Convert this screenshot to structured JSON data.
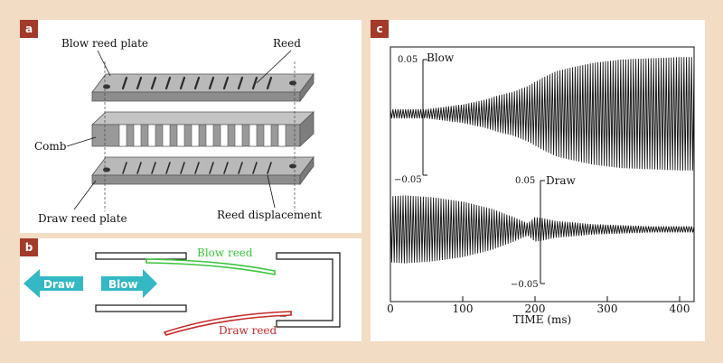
{
  "panels": {
    "a": {
      "tag": "a",
      "labels": {
        "blow_reed_plate": "Blow reed plate",
        "reed": "Reed",
        "comb": "Comb",
        "draw_reed_plate": "Draw reed plate",
        "reed_displacement": "Reed displacement"
      }
    },
    "b": {
      "tag": "b",
      "labels": {
        "blow_reed": "Blow reed",
        "draw_reed": "Draw reed",
        "draw_arrow": "Draw",
        "blow_arrow": "Blow"
      },
      "colors": {
        "blow_reed": "#3cc43c",
        "draw_reed": "#c62828",
        "arrow": "#33b8c4"
      }
    },
    "c": {
      "tag": "c",
      "xlabel": "TIME (ms)",
      "x_ticks": [
        "0",
        "100",
        "200",
        "300",
        "400"
      ],
      "blow": {
        "label": "Blow",
        "top_tick": "0.05",
        "bottom_tick": "−0.05"
      },
      "draw": {
        "label": "Draw",
        "top_tick": "0.05",
        "bottom_tick": "−0.05"
      }
    }
  },
  "chart_data": {
    "type": "line",
    "xlabel": "TIME (ms)",
    "xlim": [
      0,
      420
    ],
    "series": [
      {
        "name": "Blow",
        "ylim": [
          -0.05,
          0.05
        ],
        "x": [
          0,
          50,
          100,
          130,
          150,
          170,
          190,
          210,
          230,
          250,
          280,
          320,
          360,
          400,
          420
        ],
        "envelope": [
          0.004,
          0.004,
          0.008,
          0.012,
          0.016,
          0.019,
          0.024,
          0.031,
          0.037,
          0.04,
          0.044,
          0.047,
          0.048,
          0.049,
          0.049
        ]
      },
      {
        "name": "Draw",
        "ylim": [
          -0.05,
          0.05
        ],
        "x": [
          0,
          20,
          60,
          100,
          140,
          170,
          190,
          200,
          210,
          230,
          250,
          280,
          320,
          360,
          420
        ],
        "envelope": [
          0.032,
          0.033,
          0.031,
          0.027,
          0.02,
          0.012,
          0.006,
          0.012,
          0.011,
          0.008,
          0.007,
          0.005,
          0.004,
          0.003,
          0.003
        ]
      }
    ]
  }
}
